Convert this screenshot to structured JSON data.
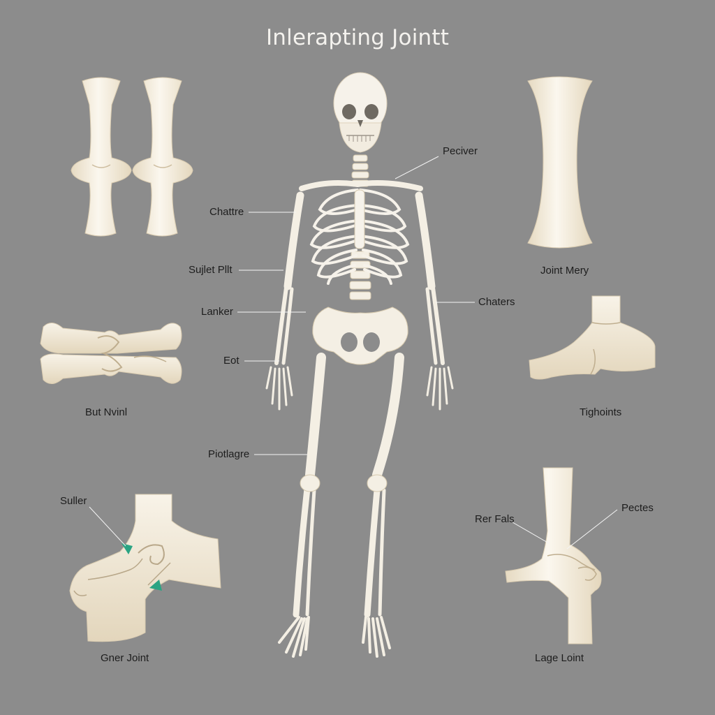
{
  "title": "Inlerapting Jointt",
  "colors": {
    "background": "#8c8c8c",
    "bone": "#f3ede0",
    "bone_shade": "#e2d6bf",
    "leader": "#f5f5f5",
    "arrow": "#2aa483"
  },
  "labels": {
    "peciver": "Peciver",
    "chattre": "Chattre",
    "sujlet_pllt": "Sujlet Pllt",
    "lanker": "Lanker",
    "eot": "Eot",
    "piotlagre": "Piotlagre",
    "chaters": "Chaters",
    "joint_mery": "Joint Mery",
    "but_nvinl": "But Nvinl",
    "tighoints": "Tighoints",
    "suller": "Suller",
    "gner_joint": "Gner Joint",
    "rer_fals": "Rer Fals",
    "pectes": "Pectes",
    "lage_loint": "Lage Loint"
  }
}
